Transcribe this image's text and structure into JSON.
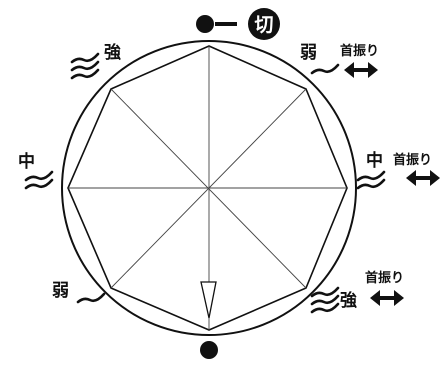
{
  "dial": {
    "off_label": "切",
    "oscillate_label": "首振り",
    "positions": {
      "strong_upper_left": "強",
      "weak_upper_right": "弱",
      "medium_left": "中",
      "medium_right": "中",
      "weak_lower_left": "弱",
      "strong_lower_right": "強"
    }
  }
}
